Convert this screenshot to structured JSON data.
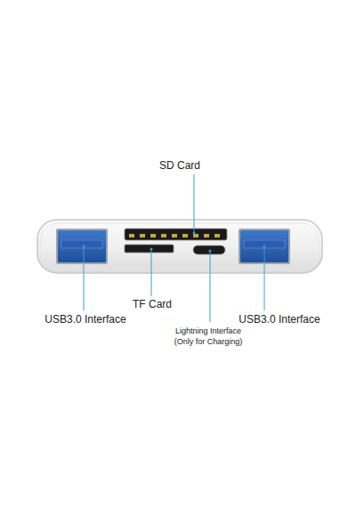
{
  "diagram": {
    "labels": [
      "SD Card",
      "TF Card",
      "USB3.0 Interface",
      "Lightning Interface (Only for Charging)",
      "USB3.0 Interface"
    ]
  }
}
